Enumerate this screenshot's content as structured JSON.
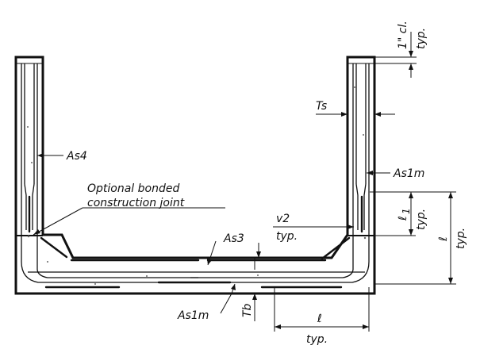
{
  "labels": {
    "clear_cover": "1\" cl.",
    "clear_cover_typ": "typ.",
    "ts": "Ts",
    "as4": "As4",
    "as1m_right": "As1m",
    "optional_joint_line1": "Optional bonded",
    "optional_joint_line2": "construction joint",
    "v2": "v2",
    "v2_typ": "typ.",
    "as3": "As3",
    "l1": "ℓ",
    "l1_sub": "1",
    "l1_typ": "typ.",
    "l_right": "ℓ",
    "l_right_typ": "typ.",
    "as1m_bottom": "As1m",
    "tb": "Tb",
    "l_bottom": "ℓ",
    "l_bottom_typ": "typ."
  },
  "colors": {
    "line": "#111111",
    "background": "#ffffff"
  }
}
